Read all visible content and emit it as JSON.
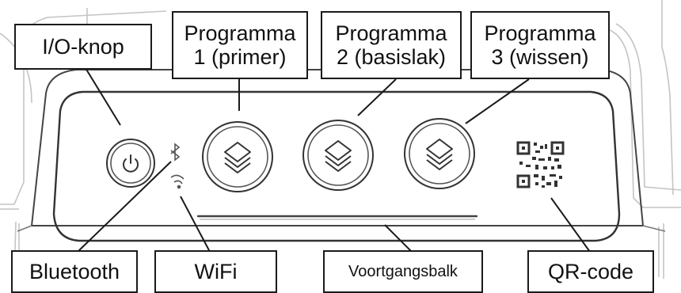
{
  "callouts": {
    "power": "I/O-knop",
    "prog1": {
      "line1": "Programma",
      "line2": "1 (primer)"
    },
    "prog2": {
      "line1": "Programma",
      "line2": "2 (basislak)"
    },
    "prog3": {
      "line1": "Programma",
      "line2": "3 (wissen)"
    },
    "bluetooth": "Bluetooth",
    "wifi": "WiFi",
    "progress": "Voortgangsbalk",
    "qr": "QR-code"
  },
  "device": {
    "buttons": [
      {
        "name": "power-button",
        "icon": "power-icon"
      },
      {
        "name": "program-1-button",
        "icon": "layers-icon"
      },
      {
        "name": "program-2-button",
        "icon": "layers-icon"
      },
      {
        "name": "program-3-button",
        "icon": "layers-icon"
      }
    ],
    "indicators": [
      "bluetooth-icon",
      "wifi-icon"
    ],
    "qr_code": "qr-code-icon"
  },
  "colors": {
    "line": "#1a1a1a",
    "device_stroke": "#555555",
    "sketch": "#bdbdbd"
  }
}
